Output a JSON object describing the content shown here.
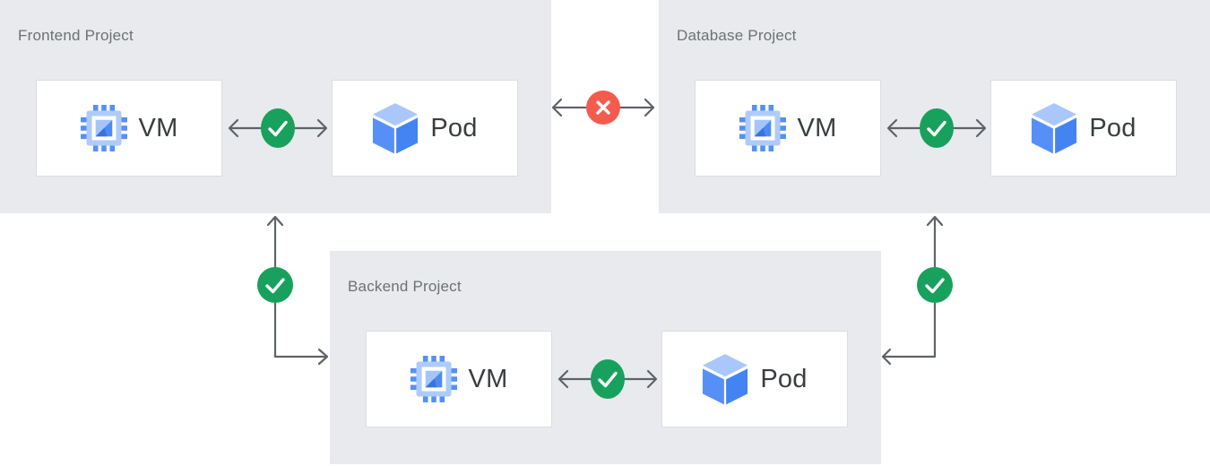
{
  "panels": {
    "frontend": {
      "title": "Frontend Project",
      "vm_label": "VM",
      "pod_label": "Pod"
    },
    "database": {
      "title": "Database Project",
      "vm_label": "VM",
      "pod_label": "Pod"
    },
    "backend": {
      "title": "Backend Project",
      "vm_label": "VM",
      "pod_label": "Pod"
    }
  },
  "links": {
    "frontend_vm_pod": {
      "status": "allowed",
      "badge": "check-icon"
    },
    "database_vm_pod": {
      "status": "allowed",
      "badge": "check-icon"
    },
    "backend_vm_pod": {
      "status": "allowed",
      "badge": "check-icon"
    },
    "frontend_database": {
      "status": "blocked",
      "badge": "x-icon"
    },
    "frontend_backend": {
      "status": "allowed",
      "badge": "check-icon"
    },
    "database_backend": {
      "status": "allowed",
      "badge": "check-icon"
    }
  },
  "icons": {
    "vm": "compute-chip-icon",
    "pod": "cube-icon",
    "allowed": "check-icon",
    "blocked": "x-icon"
  },
  "colors": {
    "page_bg": "#FFFFFF",
    "panel_bg": "#E8EAED",
    "node_bg": "#FFFFFF",
    "node_border": "#DBDDE0",
    "title_text": "#6E7174",
    "label_text": "#3A3D40",
    "arrow": "#5F6368",
    "allowed_green": "#17A15C",
    "blocked_red": "#F45B4E",
    "icon_blue_medium": "#4C8BF5",
    "icon_blue_light": "#AECBFA"
  }
}
